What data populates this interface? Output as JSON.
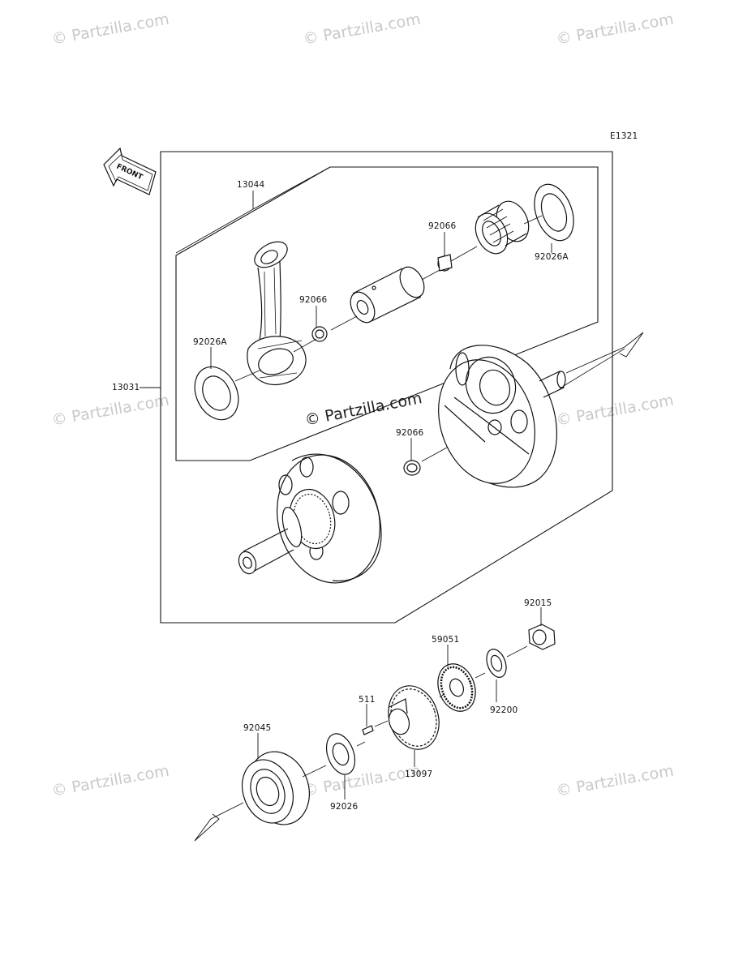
{
  "diagram": {
    "ref_code": "E1321",
    "front_label": "FRONT",
    "watermark": "© Partzilla.com",
    "parts": [
      {
        "id": "p13044",
        "label": "13044"
      },
      {
        "id": "p92066a",
        "label": "92066"
      },
      {
        "id": "p92026a_right",
        "label": "92026A"
      },
      {
        "id": "p92066b",
        "label": "92066"
      },
      {
        "id": "p92026a_left",
        "label": "92026A"
      },
      {
        "id": "p13031",
        "label": "13031"
      },
      {
        "id": "p92066c",
        "label": "92066"
      },
      {
        "id": "p92015",
        "label": "92015"
      },
      {
        "id": "p59051",
        "label": "59051"
      },
      {
        "id": "p511",
        "label": "511"
      },
      {
        "id": "p92200",
        "label": "92200"
      },
      {
        "id": "p92045",
        "label": "92045"
      },
      {
        "id": "p13097",
        "label": "13097"
      },
      {
        "id": "p92026",
        "label": "92026"
      }
    ]
  }
}
